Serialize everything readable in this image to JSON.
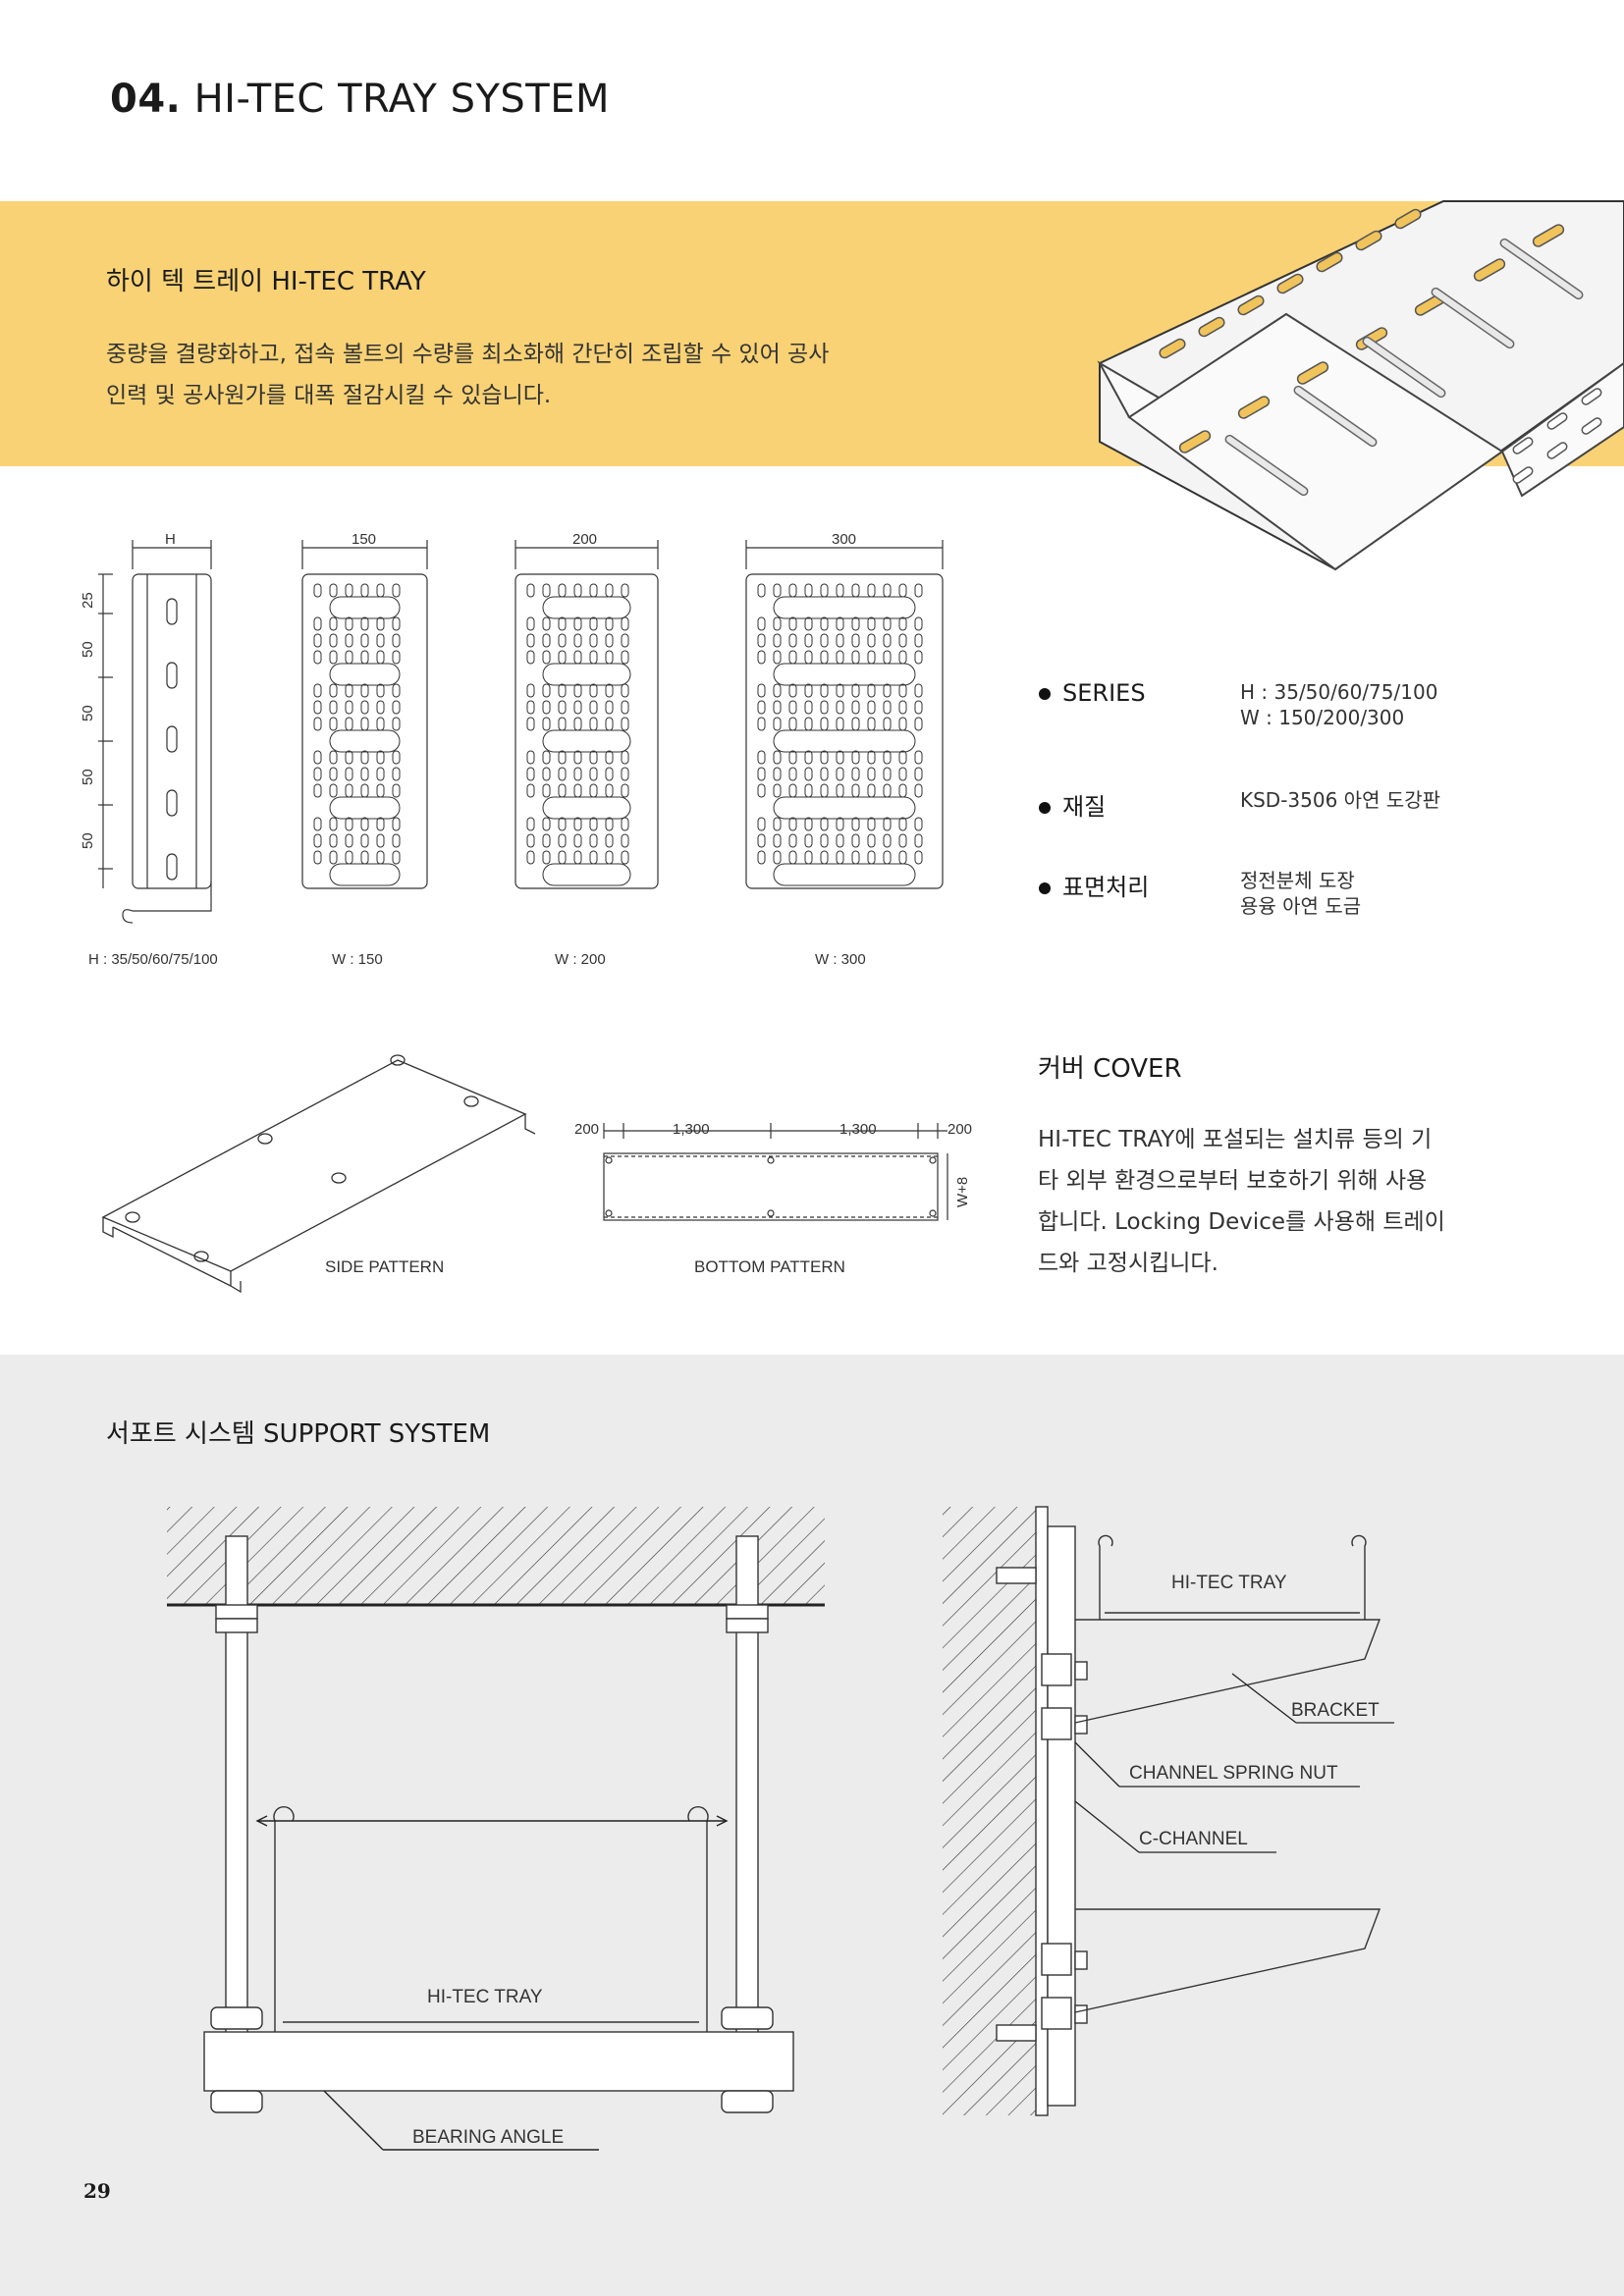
{
  "header": {
    "number": "04.",
    "title": "HI-TEC TRAY SYSTEM"
  },
  "intro": {
    "heading": "하이 텍 트레이 HI-TEC TRAY",
    "line1": "중량을 결량화하고, 접속 볼트의 수량를 최소화해 간단히 조립할 수 있어 공사",
    "line2": "인력 및 공사원가를 대폭 절감시킬 수 있습니다."
  },
  "drawings": {
    "h_label": "H",
    "w150": "150",
    "w200": "200",
    "w300": "300",
    "side_dims": [
      "25",
      "50",
      "50",
      "50",
      "50"
    ],
    "caption_h": "H : 35/50/60/75/100",
    "caption_150": "W : 150",
    "caption_200": "W : 200",
    "caption_300": "W : 300"
  },
  "specs": [
    {
      "label": "SERIES",
      "value1": "H : 35/50/60/75/100",
      "value2": "W : 150/200/300"
    },
    {
      "label": "재질",
      "value1": "KSD-3506 아연 도강판",
      "value2": ""
    },
    {
      "label": "표면처리",
      "value1": "정전분체 도장",
      "value2": "용융 아연 도금"
    }
  ],
  "cover": {
    "heading": "커버 COVER",
    "line1": "HI-TEC TRAY에 포설되는 설치류 등의 기",
    "line2": "타 외부 환경으로부터 보호하기 위해 사용",
    "line3": "합니다. Locking Device를 사용해 트레이",
    "line4": "드와 고정시킵니다.",
    "side_caption": "SIDE PATTERN",
    "bottom_caption": "BOTTOM PATTERN",
    "dims": [
      "200",
      "1,300",
      "1,300",
      "200"
    ],
    "width_dim": "W+8"
  },
  "support": {
    "heading": "서포트 시스템 SUPPORT SYSTEM",
    "tray_label": "HI-TEC TRAY",
    "bearing_label": "BEARING ANGLE",
    "side_tray_label": "HI-TEC TRAY",
    "bracket_label": "BRACKET",
    "nut_label": "CHANNEL SPRING NUT",
    "channel_label": "C-CHANNEL"
  },
  "page_number": "29"
}
